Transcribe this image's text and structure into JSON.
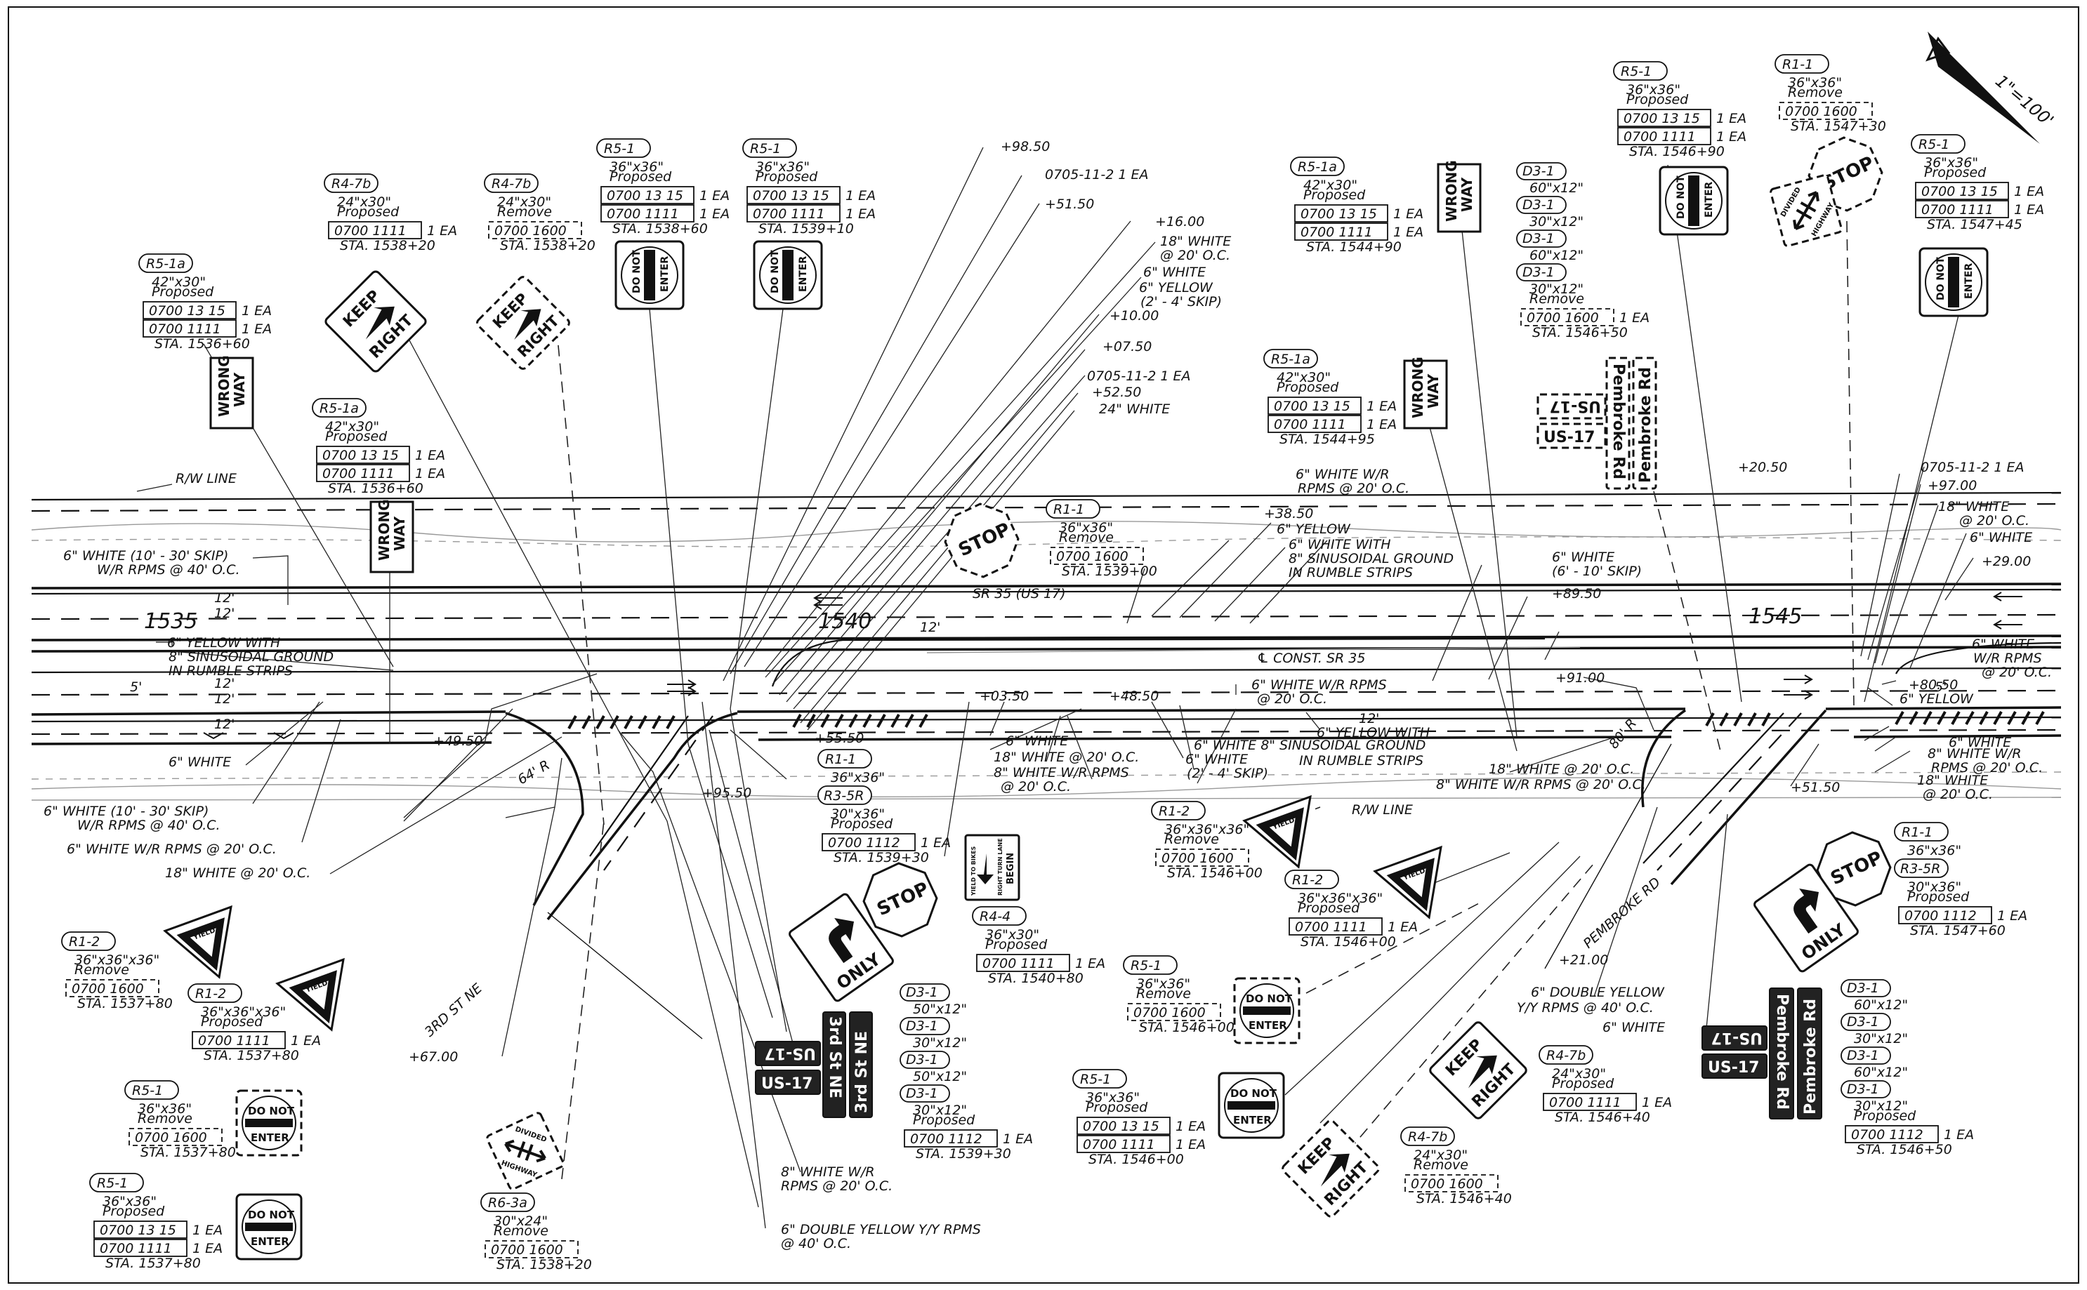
{
  "scale": {
    "text": "1\"=100'"
  },
  "stations": {
    "s1535": "1535",
    "s1540": "1540",
    "s1545": "1545"
  },
  "road": {
    "row_line": "R/W LINE",
    "sr35": "SR 35 (US 17)",
    "const": "℄ CONST. SR 35",
    "third_st": "3RD ST NE",
    "pembroke": "PEMBROKE RD",
    "lane12": "12'",
    "lane5": "5'",
    "r64": "64' R",
    "r80": "80' R"
  },
  "markings": {
    "m1": "6\" WHITE (10' - 30' SKIP)",
    "m1b": "W/R RPMS @ 40' O.C.",
    "m2": "6\" YELLOW WITH",
    "m2b": "8\" SINUSOIDAL GROUND",
    "m2c": "IN RUMBLE STRIPS",
    "m3": "6\" WHITE",
    "m4": "6\" WHITE (10' - 30' SKIP)",
    "m4b": "W/R RPMS @ 40' O.C.",
    "m5": "6\" WHITE W/R RPMS @ 20' O.C.",
    "m6": "18\" WHITE @ 20' O.C.",
    "p4950": "+49.50",
    "p6700": "+67.00",
    "p9550": "+95.50",
    "p5550": "+55.50",
    "t9850": "+98.50",
    "t070511a": "0705-11-2 1 EA",
    "t5150": "+51.50",
    "t1600": "+16.00",
    "t18w": "18\" WHITE",
    "t18wb": "@ 20' O.C.",
    "t6w": "6\" WHITE",
    "t6y": "6\" YELLOW",
    "t6yb": "(2' - 4' SKIP)",
    "t1000": "+10.00",
    "t0750": "+07.50",
    "t070511b": "0705-11-2 1 EA",
    "t5250": "+52.50",
    "t24w": "24\" WHITE",
    "c0350": "+03.50",
    "c4850": "+48.50",
    "c6w": "6\" WHITE",
    "c18w": "18\" WHITE @ 20' O.C.",
    "c8w": "8\" WHITE W/R RPMS",
    "c8wb": "@ 20' O.C.",
    "c6w2": "6\" WHITE",
    "c6w2b": "(2' - 4' SKIP)",
    "c6wsin": "6\" WHITE 8\" SINUSOIDAL GROUND",
    "c6wsinb": "IN RUMBLE STRIPS",
    "c6wrpm": "6\" WHITE W/R RPMS",
    "c6wrpmb": "@ 20' O.C.",
    "c6yw": "6\" YELLOW WITH",
    "r6wrpm": "6\" WHITE W/R",
    "r6wrpmb": "RPMS @ 20' O.C.",
    "r3850": "+38.50",
    "r6y": "6\" YELLOW",
    "r6wwith": "6\" WHITE WITH",
    "r6wwithb": "8\" SINUSOIDAL GROUND",
    "r6wwithc": "IN RUMBLE STRIPS",
    "r6wskip": "6\" WHITE",
    "r6wskipb": "(6' - 10' SKIP)",
    "r8950": "+89.50",
    "r9100": "+91.00",
    "r18w": "18\" WHITE @ 20' O.C.",
    "r8wrpm": "8\" WHITE W/R RPMS @ 20' O.C.",
    "r2100": "+21.00",
    "r6dy": "6\" DOUBLE YELLOW",
    "r6dyb": "Y/Y RPMS @ 40' O.C.",
    "r6w": "6\" WHITE",
    "e2050": "+20.50",
    "e070511": "0705-11-2 1 EA",
    "e9700": "+97.00",
    "e18w": "18\" WHITE",
    "e18wb": "@ 20' O.C.",
    "e6w": "6\" WHITE",
    "e2900": "+29.00",
    "e6wrpm": "6\" WHITE",
    "e6wrpmb": "W/R RPMS",
    "e6wrpmc": "@ 20' O.C.",
    "e8050": "+80.50",
    "e6y": "6\" YELLOW",
    "e5150": "+51.50",
    "e6w2": "6\" WHITE",
    "e8wrpm": "8\" WHITE W/R",
    "e8wrpmb": "RPMS @ 20' O.C.",
    "e18w2": "18\" WHITE",
    "e18w2b": "@ 20' O.C.",
    "b8wrpm": "8\" WHITE W/R",
    "b8wrpmb": "RPMS @ 20' O.C.",
    "b6dy": "6\" DOUBLE YELLOW Y/Y RPMS",
    "b6dyb": "@ 40' O.C."
  },
  "callouts": {
    "c1": {
      "code": "R5-1a",
      "size": "42\"x30\"",
      "status": "Proposed",
      "q1": "0700 13 15",
      "q2": "0700 1111",
      "ea": "1 EA",
      "sta": "STA. 1536+60"
    },
    "c2": {
      "code": "R4-7b",
      "size": "24\"x30\"",
      "status": "Proposed",
      "q1": "0700 1111",
      "ea": "1 EA",
      "sta": "STA. 1538+20"
    },
    "c3": {
      "code": "R4-7b",
      "size": "24\"x30\"",
      "status": "Remove",
      "q1": "0700 1600",
      "sta": "STA. 1538+20"
    },
    "c4": {
      "code": "R5-1",
      "size": "36\"x36\"",
      "status": "Proposed",
      "q1": "0700 13 15",
      "q2": "0700 1111",
      "ea": "1 EA",
      "sta": "STA. 1538+60"
    },
    "c5": {
      "code": "R5-1",
      "size": "36\"x36\"",
      "status": "Proposed",
      "q1": "0700 13 15",
      "q2": "0700 1111",
      "ea": "1 EA",
      "sta": "STA. 1539+10"
    },
    "c6": {
      "code": "R5-1a",
      "size": "42\"x30\"",
      "status": "Proposed",
      "q1": "0700 13 15",
      "q2": "0700 1111",
      "ea": "1 EA",
      "sta": "STA. 1536+60"
    },
    "c7": {
      "code": "R1-1",
      "size": "36\"x36\"",
      "status": "Remove",
      "q1": "0700 1600",
      "sta": "STA. 1539+00"
    },
    "c8": {
      "code": "R5-1a",
      "size": "42\"x30\"",
      "status": "Proposed",
      "q1": "0700 13 15",
      "q2": "0700 1111",
      "ea": "1 EA",
      "sta": "STA. 1544+90"
    },
    "c9": {
      "code": "R5-1a",
      "size": "42\"x30\"",
      "status": "Proposed",
      "q1": "0700 13 15",
      "q2": "0700 1111",
      "ea": "1 EA",
      "sta": "STA. 1544+95"
    },
    "c10": {
      "d1": "D3-1",
      "d1s": "60\"x12\"",
      "d2": "D3-1",
      "d2s": "30\"x12\"",
      "d3": "D3-1",
      "d3s": "60\"x12\"",
      "d4": "D3-1",
      "d4s": "30\"x12\"",
      "status": "Remove",
      "q1": "0700 1600",
      "ea": "1 EA",
      "sta": "STA. 1546+50"
    },
    "c11": {
      "code": "R5-1",
      "size": "36\"x36\"",
      "status": "Proposed",
      "q1": "0700 13 15",
      "q2": "0700 1111",
      "ea": "1 EA",
      "sta": "STA. 1546+90"
    },
    "c12": {
      "code": "R1-1",
      "size": "36\"x36\"",
      "status": "Remove",
      "q1": "0700 1600",
      "sta": "STA. 1547+30"
    },
    "c13": {
      "code": "R5-1",
      "size": "36\"x36\"",
      "status": "Proposed",
      "q1": "0700 13 15",
      "q2": "0700 1111",
      "ea": "1 EA",
      "sta": "STA. 1547+45"
    },
    "c14": {
      "code": "R1-2",
      "size": "36\"x36\"x36\"",
      "status": "Remove",
      "q1": "0700 1600",
      "sta": "STA. 1537+80"
    },
    "c15": {
      "code": "R1-2",
      "size": "36\"x36\"x36\"",
      "status": "Proposed",
      "q1": "0700 1111",
      "ea": "1 EA",
      "sta": "STA. 1537+80"
    },
    "c16": {
      "code": "R5-1",
      "size": "36\"x36\"",
      "status": "Remove",
      "q1": "0700 1600",
      "sta": "STA. 1537+80"
    },
    "c17": {
      "code": "R5-1",
      "size": "36\"x36\"",
      "status": "Proposed",
      "q1": "0700 13 15",
      "q2": "0700 1111",
      "ea": "1 EA",
      "sta": "STA. 1537+80"
    },
    "c18": {
      "code": "R6-3a",
      "size": "30\"x24\"",
      "status": "Remove",
      "q1": "0700 1600",
      "sta": "STA. 1538+20"
    },
    "c19": {
      "code": "R1-1",
      "size": "36\"x36\"",
      "code2": "R3-5R",
      "size2": "30\"x36\"",
      "status": "Proposed",
      "q1": "0700 1112",
      "ea": "1 EA",
      "sta": "STA. 1539+30"
    },
    "c20": {
      "code": "R4-4",
      "size": "36\"x30\"",
      "status": "Proposed",
      "q1": "0700 1111",
      "ea": "1 EA",
      "sta": "STA. 1540+80"
    },
    "c21": {
      "d1": "D3-1",
      "d1s": "50\"x12\"",
      "d2": "D3-1",
      "d2s": "30\"x12\"",
      "d3": "D3-1",
      "d3s": "50\"x12\"",
      "d4": "D3-1",
      "d4s": "30\"x12\"",
      "status": "Proposed",
      "q1": "0700 1112",
      "ea": "1 EA",
      "sta": "STA. 1539+30"
    },
    "c22": {
      "code": "R5-1",
      "size": "36\"x36\"",
      "status": "Proposed",
      "q1": "0700 13 15",
      "q2": "0700 1111",
      "ea": "1 EA",
      "sta": "STA. 1546+00"
    },
    "c23": {
      "code": "R5-1",
      "size": "36\"x36\"",
      "status": "Remove",
      "q1": "0700 1600",
      "sta": "STA. 1546+00"
    },
    "c24": {
      "code": "R1-2",
      "size": "36\"x36\"x36\"",
      "status": "Remove",
      "q1": "0700 1600",
      "sta": "STA. 1546+00"
    },
    "c25": {
      "code": "R1-2",
      "size": "36\"x36\"x36\"",
      "status": "Proposed",
      "q1": "0700 1111",
      "ea": "1 EA",
      "sta": "STA. 1546+00"
    },
    "c26": {
      "code": "R4-7b",
      "size": "24\"x30\"",
      "status": "Proposed",
      "q1": "0700 1111",
      "ea": "1 EA",
      "sta": "STA. 1546+40"
    },
    "c27": {
      "code": "R4-7b",
      "size": "24\"x30\"",
      "status": "Remove",
      "q1": "0700 1600",
      "sta": "STA. 1546+40"
    },
    "c28": {
      "code": "R1-1",
      "size": "36\"x36\"",
      "code2": "R3-5R",
      "size2": "30\"x36\"",
      "status": "Proposed",
      "q1": "0700 1112",
      "ea": "1 EA",
      "sta": "STA. 1547+60"
    },
    "c29": {
      "d1": "D3-1",
      "d1s": "60\"x12\"",
      "d2": "D3-1",
      "d2s": "30\"x12\"",
      "d3": "D3-1",
      "d3s": "60\"x12\"",
      "d4": "D3-1",
      "d4s": "30\"x12\"",
      "status": "Proposed",
      "q1": "0700 1112",
      "ea": "1 EA",
      "sta": "STA. 1546+50"
    }
  },
  "signs": {
    "keep": "KEEP",
    "right": "RIGHT",
    "wrong": "WRONG",
    "way": "WAY",
    "do": "DO NOT",
    "enter": "ENTER",
    "stop": "STOP",
    "only": "ONLY",
    "yield": "YIELD",
    "divided": "DIVIDED",
    "highway": "HIGHWAY",
    "us17": "US-17",
    "third": "3rd St NE",
    "pembroke_rd": "Pembroke Rd",
    "begin": "BEGIN",
    "rtl": "RIGHT TURN LANE",
    "yield_bikes": "YIELD TO BIKES"
  }
}
